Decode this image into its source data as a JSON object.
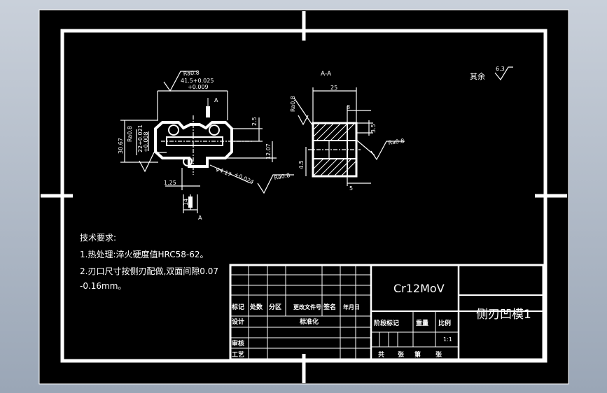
{
  "colors": {
    "paper": "#000000",
    "line": "#ffffff",
    "background": "#a6b0be"
  },
  "drawing": {
    "roughness_top": "Ra0.8",
    "dim_41_5": "41.5+0.025",
    "dim_41_5_lower": "+0.009",
    "label_a_top": "A",
    "label_a_bottom": "A",
    "dim_2_5": "2.5",
    "dim_12_07": "12.07",
    "dim_30_67": "30.67",
    "dim_22_021": "22+0.021",
    "dim_22_008": "+0.008",
    "roughness_left": "Ra0.8",
    "dim_phi": "φ4.17",
    "dim_phi_tol": "+0.024",
    "roughness_bottom": "Ra0.8",
    "dim_1_25": "1.25",
    "dim_14": "14",
    "section_label": "A-A",
    "dim_25": "25",
    "dim_8": "8",
    "roughness_section_left": "Ra0.8",
    "roughness_section_right": "Ra0.8",
    "dim_3_5": "3.5",
    "dim_4_5": "4.5",
    "dim_5": "5",
    "rest_label": "其余",
    "rest_value": "6.3"
  },
  "notes": {
    "title": "技术要求:",
    "line1": "1.热处理:淬火硬度值HRC58-62。",
    "line2": "2.刃口尺寸按侧刃配做,双面间隙0.07",
    "line3": "-0.16mm。"
  },
  "title_block": {
    "material": "Cr12MoV",
    "part_name": "侧刃凹模1",
    "scale": "1:1",
    "header_cells": [
      "标记",
      "处数",
      "分区",
      "更改文件号",
      "签名",
      "年月日"
    ],
    "row_labels": [
      "设计",
      "审核",
      "工艺"
    ],
    "mid_cells": [
      "标准化"
    ],
    "right_cells": [
      "阶段标记",
      "重量",
      "比例"
    ],
    "bottom_cells": [
      "共",
      "张",
      "第",
      "张"
    ]
  }
}
